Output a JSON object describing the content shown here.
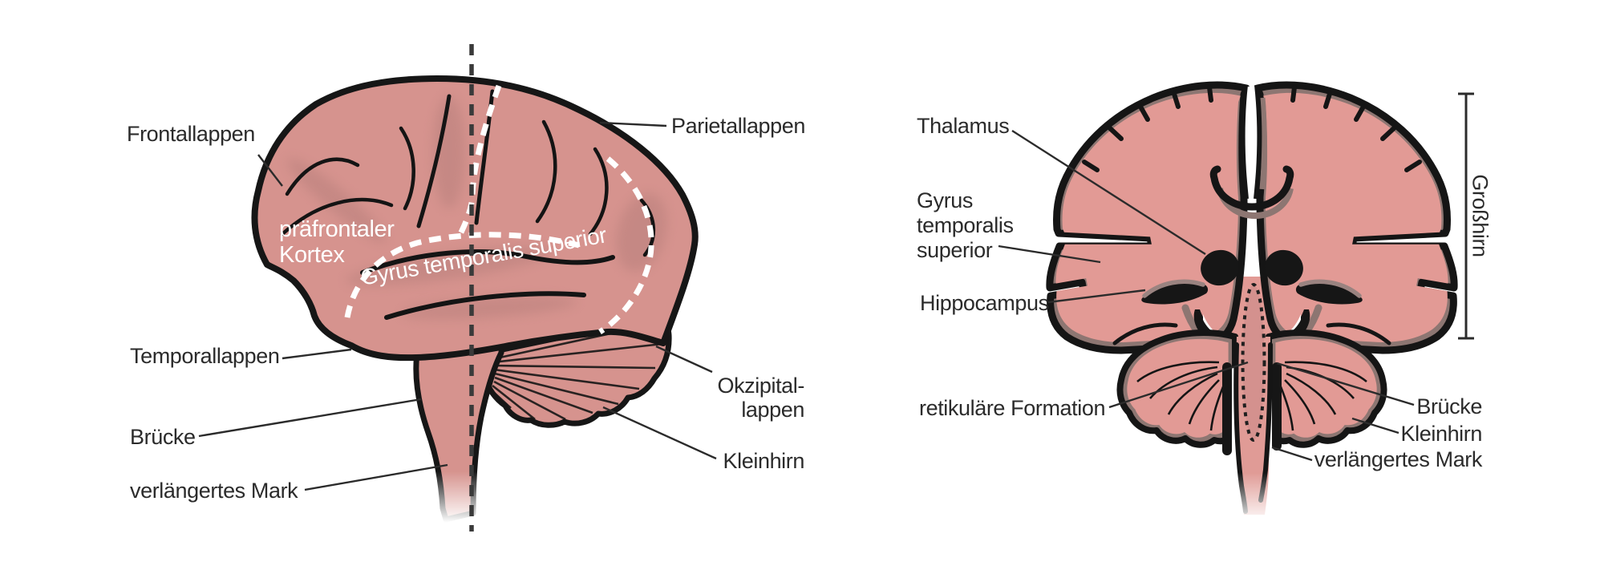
{
  "figure": {
    "type": "anatomical-diagram",
    "subject": "human brain, lateral view and coronal section",
    "colors": {
      "background": "#ffffff",
      "lateral_pink": "#d6938e",
      "lateral_shading": "#b27c78",
      "coronal_pink": "#e29a95",
      "shadow_gray": "#8d7672",
      "outline_black": "#161616",
      "label_text": "#2b2b2b",
      "on_brain_label": "#ffffff",
      "dashed_midline": "#3a3a3a"
    },
    "lateral_view": {
      "labels": {
        "frontallappen": "Frontallappen",
        "parietallappen": "Parietallappen",
        "temporallappen": "Temporallappen",
        "bruecke": "Brücke",
        "verlaengertes_mark": "verlängertes Mark",
        "okzipitallappen_line1": "Okzipital-",
        "okzipitallappen_line2": "lappen",
        "kleinhirn": "Kleinhirn"
      },
      "on_brain_labels": {
        "praefrontaler_kortex_line1": "präfrontaler",
        "praefrontaler_kortex_line2": "Kortex",
        "gyrus_temporalis_superior": "Gyrus temporalis superior"
      }
    },
    "coronal_view": {
      "labels": {
        "thalamus": "Thalamus",
        "gyrus_line1": "Gyrus",
        "gyrus_line2": "temporalis",
        "gyrus_line3": "superior",
        "hippocampus": "Hippocampus",
        "retikulaere_formation": "retikuläre Formation",
        "bruecke": "Brücke",
        "kleinhirn": "Kleinhirn",
        "verlaengertes_mark": "verlängertes Mark"
      },
      "bracket_label": "Großhirn"
    }
  }
}
